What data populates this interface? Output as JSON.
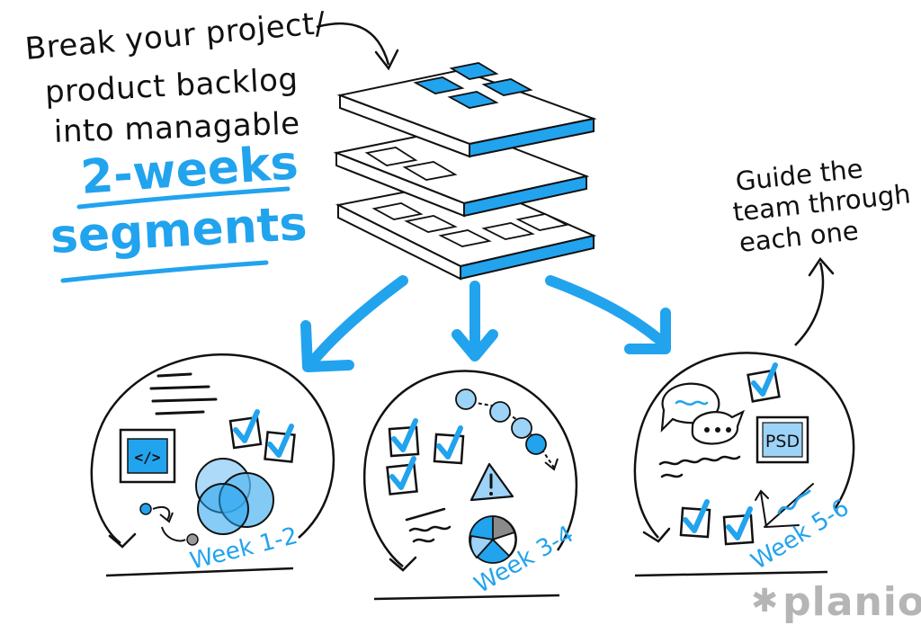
{
  "headline": {
    "lines": [
      "Break your project/",
      "product backlog",
      "into managable"
    ],
    "emphasis": [
      "2-weeks",
      "segments"
    ]
  },
  "side_note": {
    "lines": [
      "Guide the",
      "team through",
      "each one"
    ]
  },
  "segments": [
    {
      "label": "Week 1-2"
    },
    {
      "label": "Week 3-4"
    },
    {
      "label": "Week 5-6"
    }
  ],
  "icons": {
    "psd_label": "PSD",
    "code_label": "</>"
  },
  "brand": {
    "name": "planio",
    "mark": "✱"
  },
  "colors": {
    "accent": "#22a3ee",
    "accent_light": "#9dd3f7",
    "ink": "#111111",
    "logo_gray": "#b5b5b5"
  }
}
